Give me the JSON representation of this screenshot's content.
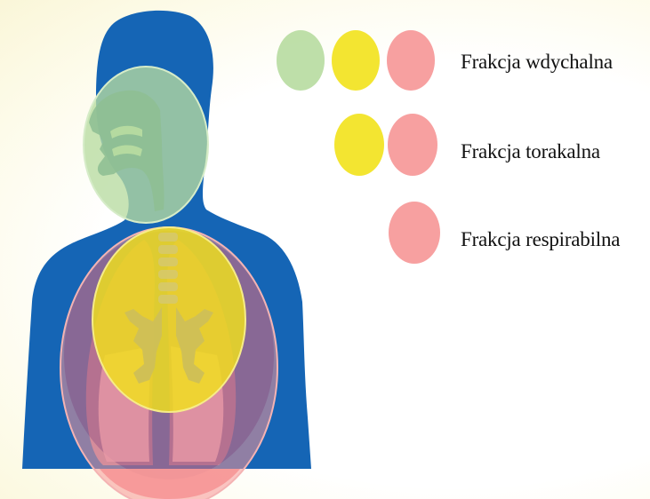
{
  "colors": {
    "background": "#ffffff",
    "body_silhouette": "#1565b5",
    "inhalable_circle": "#b7dba0",
    "thoracic_circle": "#f2e21b",
    "respirable_circle": "#f69696",
    "inner_structures": "#8fbf93",
    "lung_tissue": "#c98aa0"
  },
  "legend": {
    "rows": [
      {
        "label": "Frakcja wdychalna",
        "swatches": [
          "#b7dba0",
          "#f2e21b",
          "#f69696"
        ]
      },
      {
        "label": "Frakcja torakalna",
        "swatches": [
          "#f2e21b",
          "#f69696"
        ]
      },
      {
        "label": "Frakcja respirabilna",
        "swatches": [
          "#f69696"
        ]
      }
    ]
  },
  "icons": [
    "human-silhouette",
    "head-region-circle",
    "thoracic-region-circle",
    "respirable-region-circle"
  ]
}
